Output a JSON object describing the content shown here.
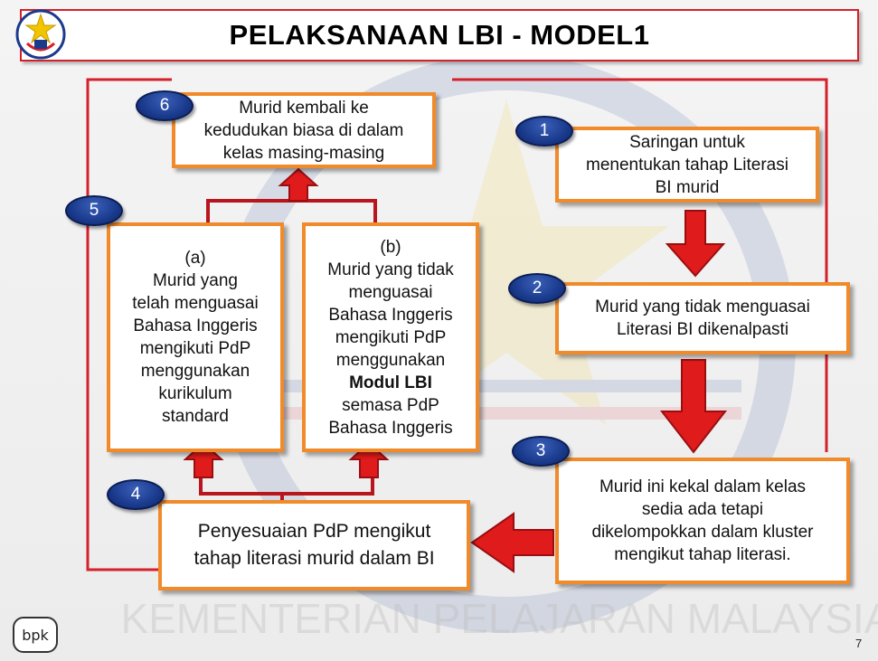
{
  "title": "PELAKSANAAN LBI - MODEL1",
  "steps": {
    "s1": {
      "badge": "1",
      "lines": [
        "Saringan untuk",
        "menentukan tahap Literasi",
        "BI murid"
      ]
    },
    "s2": {
      "badge": "2",
      "lines": [
        "Murid yang tidak menguasai",
        "Literasi BI dikenalpasti"
      ]
    },
    "s3": {
      "badge": "3",
      "lines": [
        "Murid ini kekal dalam kelas",
        "sedia ada tetapi",
        "dikelompokkan dalam kluster",
        "mengikut tahap literasi."
      ]
    },
    "s4": {
      "badge": "4",
      "lines": [
        "Penyesuaian PdP mengikut",
        "tahap literasi murid dalam BI"
      ]
    },
    "s5": {
      "badge": "5",
      "a_lines": [
        "(a)",
        "Murid yang",
        "telah menguasai",
        "Bahasa Inggeris",
        "mengikuti  PdP",
        "menggunakan",
        "kurikulum",
        "standard"
      ],
      "b_lines": [
        "(b)",
        "Murid yang tidak",
        "menguasai",
        "Bahasa Inggeris",
        "mengikuti PdP",
        "menggunakan",
        "Modul LBI",
        "semasa  PdP",
        "Bahasa Inggeris"
      ]
    },
    "s6": {
      "badge": "6",
      "lines": [
        "Murid kembali ke",
        "kedudukan biasa di dalam",
        "kelas masing-masing"
      ]
    }
  },
  "watermark_text": "KEMENTERIAN PELAJARAN MALAYSIA",
  "footer": {
    "logo_text": "bpk",
    "page_number": "7"
  },
  "colors": {
    "frame": "#d4202a",
    "box_border": "#f08a2a",
    "arrow": "#e01b1b",
    "badge": "#1a3a8c"
  }
}
